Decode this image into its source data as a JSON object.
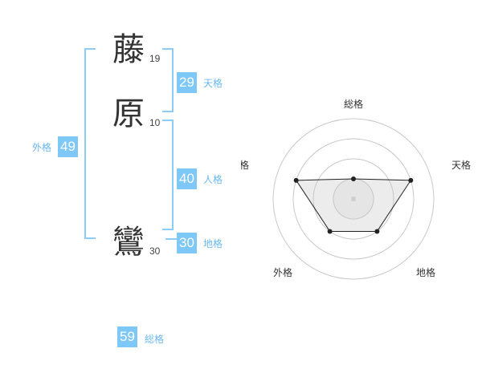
{
  "colors": {
    "accent": "#7dc8f7",
    "label": "#6ab8ec",
    "bracket": "#8ccdf5"
  },
  "name": {
    "chars": [
      {
        "char": "藤",
        "strokes": "19"
      },
      {
        "char": "原",
        "strokes": "10"
      },
      {
        "char": "鸞",
        "strokes": "30"
      }
    ]
  },
  "fortunes": {
    "tenkaku": {
      "value": "29",
      "label": "天格"
    },
    "jinkaku": {
      "value": "40",
      "label": "人格"
    },
    "chikaku": {
      "value": "30",
      "label": "地格"
    },
    "gaikaku": {
      "value": "49",
      "label": "外格"
    },
    "soukaku": {
      "value": "59",
      "label": "総格"
    }
  },
  "chart_data": {
    "type": "radar",
    "axes": [
      "総格",
      "天格",
      "地格",
      "外格",
      "人格"
    ],
    "values": [
      0.25,
      0.75,
      0.5,
      0.5,
      0.75
    ],
    "max": 1,
    "rings": 4
  }
}
